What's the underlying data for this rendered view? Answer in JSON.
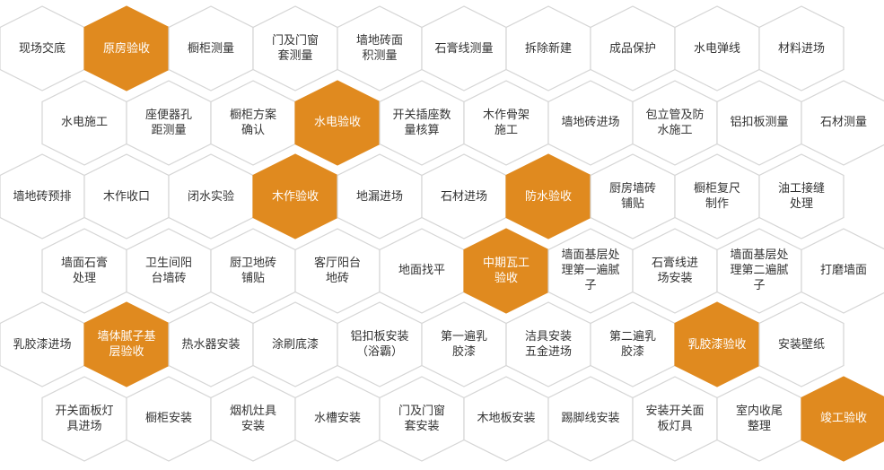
{
  "colors": {
    "highlight": "#e08a1f",
    "border": "#d4d4d4",
    "text": "#333333"
  },
  "rows": [
    [
      {
        "label": "现场交底"
      },
      {
        "label": "原房验收",
        "highlight": true
      },
      {
        "label": "橱柜测量"
      },
      {
        "label": "门及门窗\n套测量"
      },
      {
        "label": "墙地砖面\n积测量"
      },
      {
        "label": "石膏线测量"
      },
      {
        "label": "拆除新建"
      },
      {
        "label": "成品保护"
      },
      {
        "label": "水电弹线"
      },
      {
        "label": "材料进场"
      }
    ],
    [
      {
        "label": "水电施工"
      },
      {
        "label": "座便器孔\n距测量"
      },
      {
        "label": "橱柜方案\n确认"
      },
      {
        "label": "水电验收",
        "highlight": true
      },
      {
        "label": "开关插座数\n量核算"
      },
      {
        "label": "木作骨架\n施工"
      },
      {
        "label": "墙地砖进场"
      },
      {
        "label": "包立管及防\n水施工"
      },
      {
        "label": "铝扣板测量"
      },
      {
        "label": "石材测量"
      }
    ],
    [
      {
        "label": "墙地砖预排"
      },
      {
        "label": "木作收口"
      },
      {
        "label": "闭水实验"
      },
      {
        "label": "木作验收",
        "highlight": true
      },
      {
        "label": "地漏进场"
      },
      {
        "label": "石材进场"
      },
      {
        "label": "防水验收",
        "highlight": true
      },
      {
        "label": "厨房墙砖\n铺贴"
      },
      {
        "label": "橱柜复尺\n制作"
      },
      {
        "label": "油工接缝\n处理"
      }
    ],
    [
      {
        "label": "墙面石膏\n处理"
      },
      {
        "label": "卫生间阳\n台墙砖"
      },
      {
        "label": "厨卫地砖\n铺贴"
      },
      {
        "label": "客厅阳台\n地砖"
      },
      {
        "label": "地面找平"
      },
      {
        "label": "中期瓦工\n验收",
        "highlight": true
      },
      {
        "label": "墙面基层处\n理第一遍腻\n子"
      },
      {
        "label": "石膏线进\n场安装"
      },
      {
        "label": "墙面基层处\n理第二遍腻\n子"
      },
      {
        "label": "打磨墙面"
      }
    ],
    [
      {
        "label": "乳胶漆进场"
      },
      {
        "label": "墙体腻子基\n层验收",
        "highlight": true
      },
      {
        "label": "热水器安装"
      },
      {
        "label": "涂刷底漆"
      },
      {
        "label": "铝扣板安装\n（浴霸）"
      },
      {
        "label": "第一遍乳\n胶漆"
      },
      {
        "label": "洁具安装\n五金进场"
      },
      {
        "label": "第二遍乳\n胶漆"
      },
      {
        "label": "乳胶漆验收",
        "highlight": true
      },
      {
        "label": "安装壁纸"
      }
    ],
    [
      {
        "label": "开关面板灯\n具进场"
      },
      {
        "label": "橱柜安装"
      },
      {
        "label": "烟机灶具\n安装"
      },
      {
        "label": "水槽安装"
      },
      {
        "label": "门及门窗\n套安装"
      },
      {
        "label": "木地板安装"
      },
      {
        "label": "踢脚线安装"
      },
      {
        "label": "安装开关面\n板灯具"
      },
      {
        "label": "室内收尾\n整理"
      },
      {
        "label": "竣工验收",
        "highlight": true
      }
    ]
  ]
}
